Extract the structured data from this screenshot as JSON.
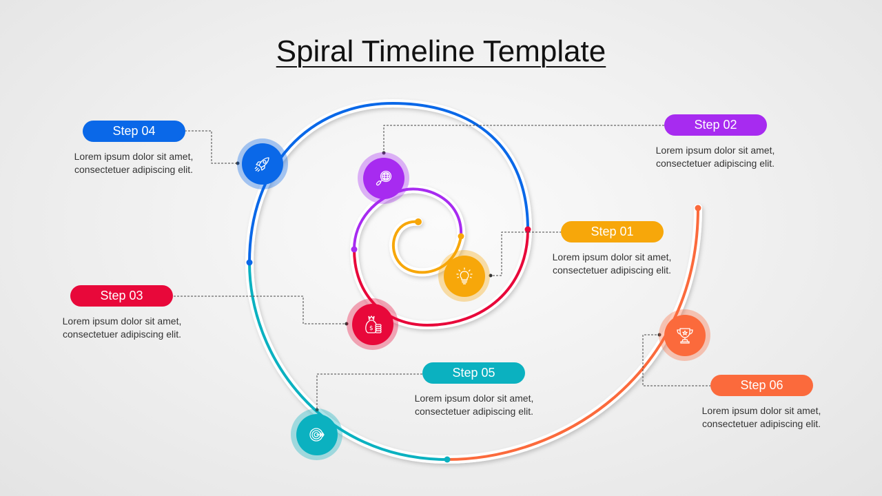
{
  "title": "Spiral Timeline Template",
  "colors": {
    "step01": "#F7A70A",
    "step02": "#A72BF0",
    "step03": "#E8083A",
    "step04": "#0A68E8",
    "step05": "#0BB1C0",
    "step06": "#FB6A3C"
  },
  "steps": [
    {
      "label": "Step 01",
      "icon": "lightbulb-icon",
      "text_line1": "Lorem ipsum dolor sit amet,",
      "text_line2": "consectetuer adipiscing elit."
    },
    {
      "label": "Step 02",
      "icon": "globe-search-icon",
      "text_line1": "Lorem ipsum dolor sit amet,",
      "text_line2": "consectetuer adipiscing elit."
    },
    {
      "label": "Step 03",
      "icon": "money-bag-icon",
      "text_line1": "Lorem ipsum dolor sit amet,",
      "text_line2": "consectetuer adipiscing elit."
    },
    {
      "label": "Step 04",
      "icon": "rocket-icon",
      "text_line1": "Lorem ipsum dolor sit amet,",
      "text_line2": "consectetuer adipiscing elit."
    },
    {
      "label": "Step 05",
      "icon": "target-icon",
      "text_line1": "Lorem ipsum dolor sit amet,",
      "text_line2": "consectetuer adipiscing elit."
    },
    {
      "label": "Step 06",
      "icon": "trophy-icon",
      "text_line1": "Lorem ipsum dolor sit amet,",
      "text_line2": "consectetuer adipiscing elit."
    }
  ]
}
